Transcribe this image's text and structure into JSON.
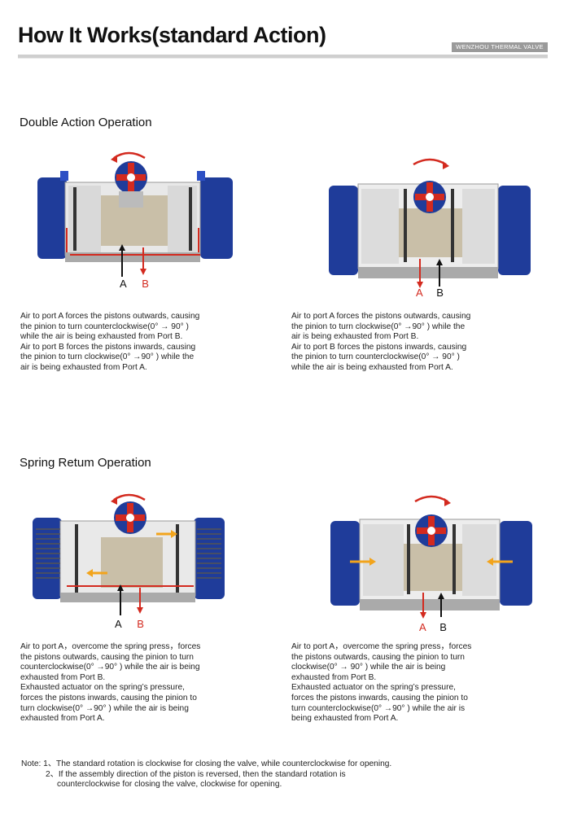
{
  "header": {
    "title": "How It Works(standard Action)",
    "brand": "WENZHOU THERMAL VALVE"
  },
  "double_action": {
    "title": "Double Action Operation",
    "left": {
      "port_a": "A",
      "port_b": "B",
      "lines": [
        "Air to port A forces the pistons outwards, causing",
        "the pinion to turn counterclockwise(0° → 90° )",
        "while the air is being exhausted from Port B.",
        "Air to port B forces the pistons inwards, causing",
        "the pinion to turn clockwise(0° →90° ) while the",
        "air is being exhausted from Port A."
      ]
    },
    "right": {
      "port_a": "A",
      "port_b": "B",
      "lines": [
        "Air to port A forces the pistons outwards, causing",
        "the pinion to turn clockwise(0° →90° ) while the",
        "air is being exhausted from Port B.",
        "Air to port B forces the pistons inwards, causing",
        "the pinion to turn counterclockwise(0° → 90° )",
        "while the air is being exhausted from Port A."
      ]
    }
  },
  "spring_return": {
    "title": "Spring Retum Operation",
    "left": {
      "port_a": "A",
      "port_b": "B",
      "lines": [
        "Air to port A，overcome the spring press，forces",
        "the pistons outwards, causing the pinion to turn",
        "counterclockwise(0° →90° ) while the air is being",
        "exhausted from Port B.",
        "Exhausted actuator on the spring’s pressure,",
        "forces the pistons inwards, causing the pinion to",
        "turn clockwise(0° →90° ) while the air is being",
        "exhausted from Port A."
      ]
    },
    "right": {
      "port_a": "A",
      "port_b": "B",
      "lines": [
        "Air to port A，overcome the spring press，forces",
        "the pistons outwards, causing the pinion to turn",
        "clockwise(0° → 90° ) while the air is being",
        "exhausted from Port B.",
        "Exhausted actuator on the spring’s pressure,",
        "forces the pistons inwards, causing the pinion to",
        "turn counterclockwise(0° →90° ) while the air is",
        "being exhausted from Port A."
      ]
    }
  },
  "notes": {
    "line1": "Note: 1、The standard rotation is clockwise for closing the valve, while counterclockwise for opening.",
    "line2": "2、If the assembly direction of the piston is reversed, then the standard rotation  is",
    "line3": "counterclockwise for closing the valve, clockwise for opening."
  },
  "colors": {
    "body_blue": "#1f3c9a",
    "arrow_red": "#d32a1f",
    "arrow_orange": "#f2a41c"
  }
}
